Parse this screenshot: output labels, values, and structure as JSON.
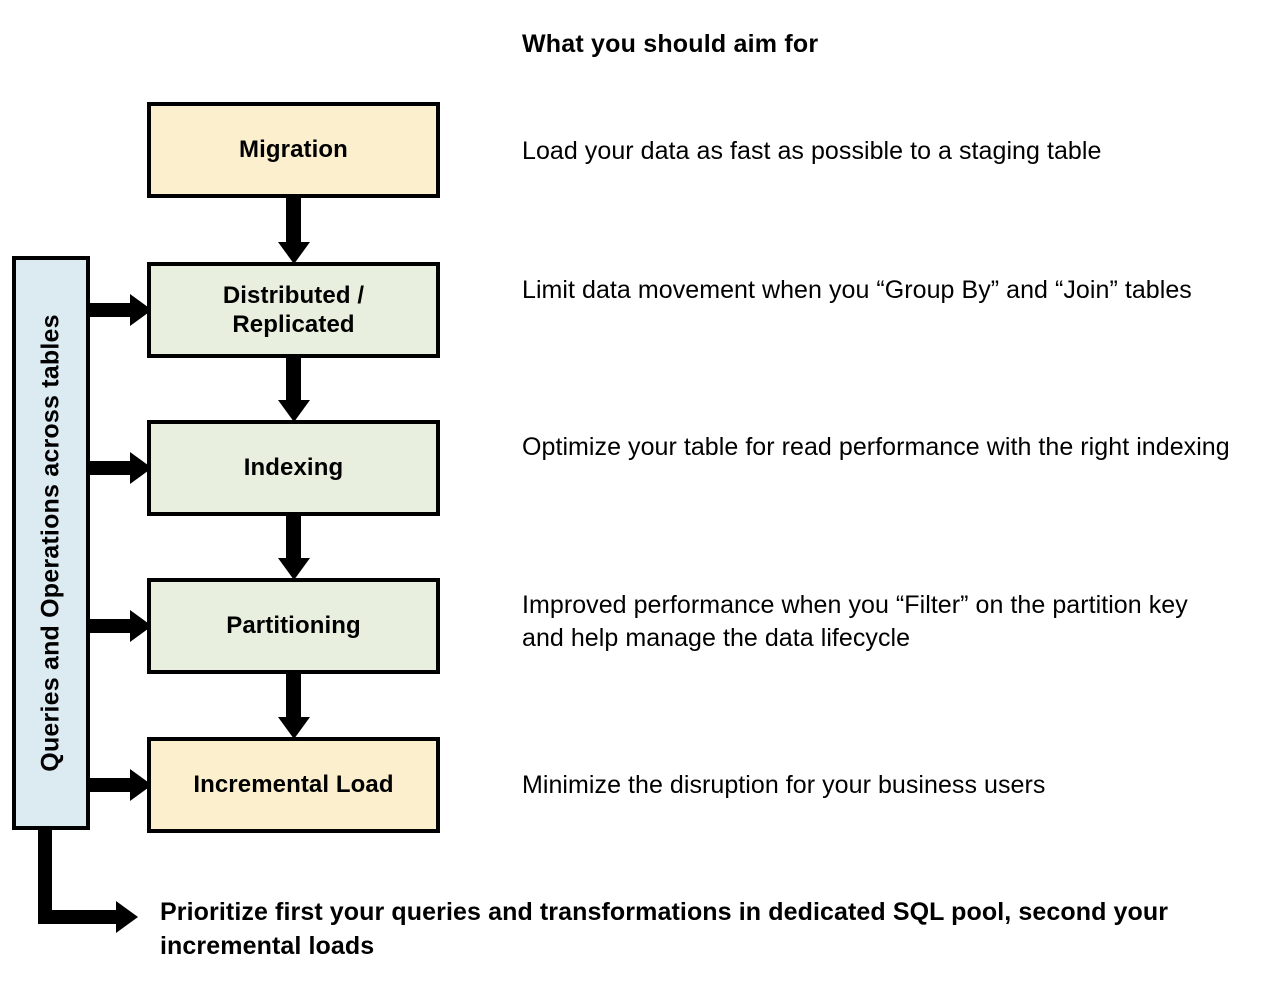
{
  "heading": "What you should aim for",
  "sidebar": {
    "label": "Queries and Operations across tables",
    "color": "#DCEAF2"
  },
  "colors": {
    "cream_box": "#FCEFCE",
    "green_box": "#E8EFDE",
    "sidebar_box": "#DCEAF2",
    "border": "#000000",
    "background": "#FFFFFF",
    "text": "#000000"
  },
  "flow": {
    "steps": [
      {
        "label": "Migration",
        "fill": "cream",
        "description": "Load your data as fast as possible to a staging table",
        "has_sidebar_arrow": false
      },
      {
        "label": "Distributed / Replicated",
        "label_line1": "Distributed /",
        "label_line2": "Replicated",
        "fill": "green",
        "description": "Limit data movement when you “Group By” and “Join” tables",
        "has_sidebar_arrow": true
      },
      {
        "label": "Indexing",
        "fill": "green",
        "description": "Optimize your table for read performance with the right indexing",
        "has_sidebar_arrow": true
      },
      {
        "label": "Partitioning",
        "fill": "green",
        "description": "Improved performance when you “Filter” on the partition key and help manage the data lifecycle",
        "has_sidebar_arrow": true
      },
      {
        "label": "Incremental Load",
        "fill": "cream",
        "description": "Minimize the disruption for your business users",
        "has_sidebar_arrow": true
      }
    ]
  },
  "bottom_note": "Prioritize first your queries and transformations in dedicated SQL pool, second your incremental loads"
}
